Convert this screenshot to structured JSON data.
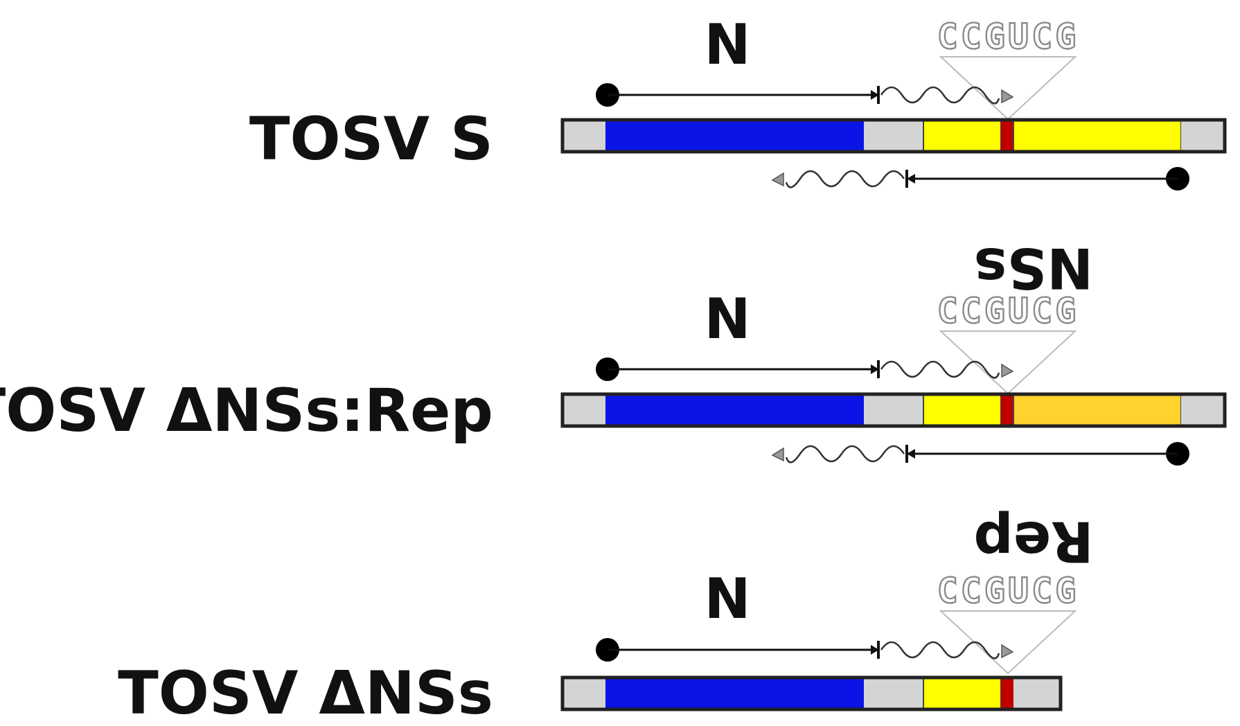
{
  "constructs": [
    {
      "name": "TOSV S",
      "forward_orf": "N",
      "reverse_orf": "NSs",
      "insert_sequence": "CCGUCG",
      "segments": [
        "utr",
        "orf_n",
        "igr",
        "orf_reverse",
        "hairpin",
        "orf_reverse",
        "utr"
      ],
      "reverse_orf_color": "#ffff00",
      "has_reverse_orf": true
    },
    {
      "name": "TOSV ΔNSs:Rep",
      "forward_orf": "N",
      "reverse_orf": "Rep",
      "insert_sequence": "CCGUCG",
      "segments": [
        "utr",
        "orf_n",
        "igr",
        "orf_reverse",
        "hairpin",
        "orf_reporter",
        "utr"
      ],
      "reverse_orf_color": "#ffd22e",
      "has_reverse_orf": true
    },
    {
      "name": "TOSV ΔNSs",
      "forward_orf": "N",
      "reverse_orf": "",
      "insert_sequence": "CCGUCG",
      "segments": [
        "utr",
        "orf_n",
        "igr",
        "orf_reverse",
        "hairpin",
        "utr"
      ],
      "has_reverse_orf": false
    }
  ],
  "colors": {
    "utr": "#d4d4d4",
    "orf_n": "#0a14e6",
    "orf_reverse": "#ffff00",
    "orf_reporter": "#ffd22e",
    "hairpin": "#c00000",
    "outline": "#222222",
    "arrow": "#111111",
    "wavy": "#333333",
    "triangle": "#bbbbbb"
  }
}
